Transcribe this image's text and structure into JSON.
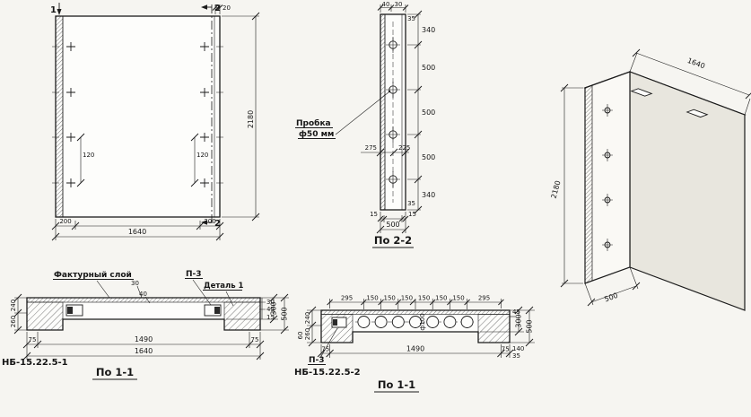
{
  "colors": {
    "paper": "#f6f5f1",
    "ink": "#1b1b1b"
  },
  "views": {
    "front": {
      "mark_1": "1",
      "mark_2_top": "2",
      "mark_2_bottom": "2",
      "dim_20": "20",
      "dim_120_left": "120",
      "dim_120_right": "120",
      "dim_200_left": "200",
      "dim_200_right": "200",
      "dim_1640": "1640",
      "dim_2180": "2180"
    },
    "section22": {
      "title": "По 2-2",
      "plug_line1": "Пробка",
      "plug_line2": "ф50 мм",
      "dim_40": "40",
      "dim_30": "30",
      "dim_35_top": "35",
      "dim_35_bottom": "35",
      "chain": [
        "340",
        "500",
        "500",
        "500",
        "340"
      ],
      "dim_275": "275",
      "dim_225": "225",
      "dim_15_left": "15",
      "dim_15_right": "15",
      "dim_500": "500"
    },
    "iso": {
      "dim_1640": "1640",
      "dim_2180": "2180",
      "dim_500": "500"
    },
    "plan1": {
      "part_mark": "НБ-15.22.5-1",
      "title": "По 1-1",
      "facing_label": "Фактурный слой",
      "p3_label": "П-3",
      "detail_label": "Деталь 1",
      "dim_30_top": "30",
      "dim_40_top": "40",
      "left_chain": [
        "240",
        "260"
      ],
      "right_small": [
        "30",
        "45",
        "15"
      ],
      "dim_300": "300",
      "dim_500": "500",
      "dim_75_left": "75",
      "dim_1490": "1490",
      "dim_75_right": "75",
      "dim_1640": "1640"
    },
    "plan2": {
      "part_mark": "НБ-15.22.5-2",
      "title": "По 1-1",
      "p3_label": "П-3",
      "hole_label": "ф100",
      "top_chain": [
        "295",
        "150",
        "150",
        "150",
        "150",
        "150",
        "150",
        "295"
      ],
      "left_chain": [
        "240",
        "260"
      ],
      "dim_60": "60",
      "right_small_45": "45",
      "dim_140": "140",
      "dim_35": "35",
      "dim_300": "300",
      "dim_500": "500",
      "dim_75_left": "75",
      "dim_1490": "1490",
      "dim_75_right": "75"
    }
  }
}
